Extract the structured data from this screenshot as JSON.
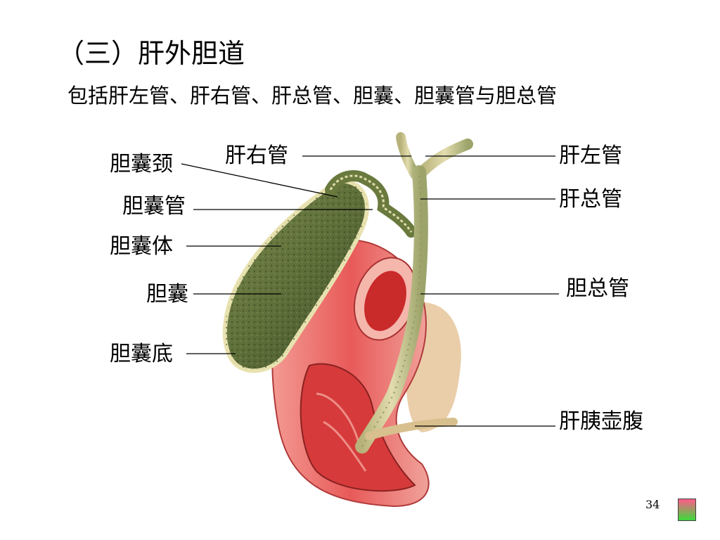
{
  "slide": {
    "title": "（三）肝外胆道",
    "subtitle": "包括肝左管、肝右管、肝总管、胆囊、胆囊管与胆总管",
    "page_number": "34"
  },
  "labels": {
    "gallbladder_neck": "胆囊颈",
    "right_hepatic_duct": "肝右管",
    "left_hepatic_duct": "肝左管",
    "cystic_duct": "胆囊管",
    "common_hepatic_duct": "肝总管",
    "gallbladder_body": "胆囊体",
    "gallbladder": "胆囊",
    "common_bile_duct": "胆总管",
    "gallbladder_fundus": "胆囊底",
    "hepatopancreatic_ampulla": "肝胰壶腹"
  },
  "colors": {
    "gallbladder_green": "#5e6f3a",
    "duodenum_red": "#e85a5a",
    "duct_tan": "#d8d09a",
    "nav_gradient_top": "#ff5a8a",
    "nav_gradient_bottom": "#3adb3a"
  }
}
